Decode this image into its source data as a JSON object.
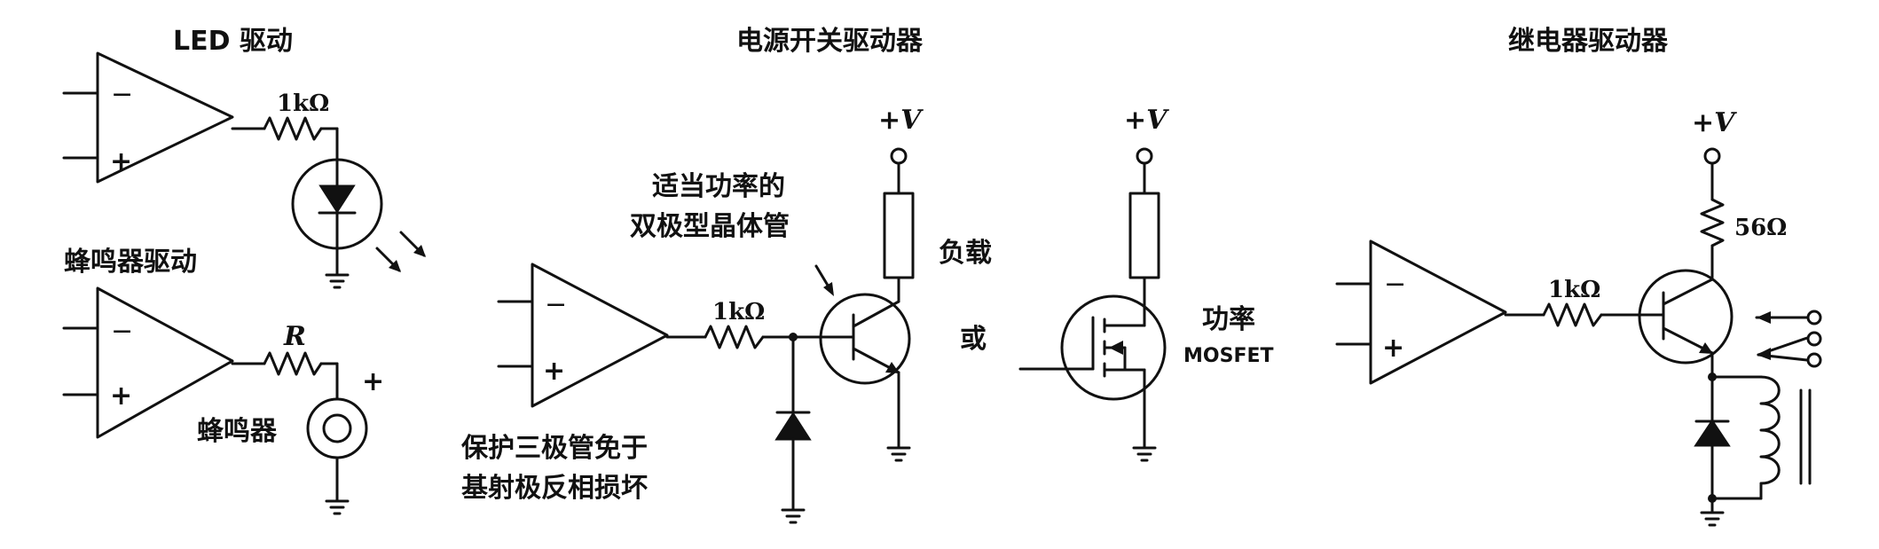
{
  "panels": {
    "led": {
      "title": "LED 驱动",
      "resistor": "1kΩ",
      "minus": "−",
      "plus": "+"
    },
    "buzzer": {
      "title": "蜂鸣器驱动",
      "resistor": "R",
      "buzzer_label": "蜂鸣器",
      "polarity": "+",
      "minus": "−",
      "plus": "+"
    },
    "power_switch": {
      "title": "电源开关驱动器",
      "transistor_note": [
        "适当功率的",
        "双极型晶体管"
      ],
      "diode_note": [
        "保护三极管免于",
        "基射极反相损坏"
      ],
      "resistor": "1kΩ",
      "supply_bjt": "+V",
      "supply_mosfet": "+V",
      "load": "负载",
      "or": "或",
      "mosfet_label": [
        "功率",
        "MOSFET"
      ],
      "minus": "−",
      "plus": "+"
    },
    "relay": {
      "title": "继电器驱动器",
      "resistor": "1kΩ",
      "resistor2": "56Ω",
      "supply": "+V",
      "minus": "−",
      "plus": "+"
    }
  }
}
